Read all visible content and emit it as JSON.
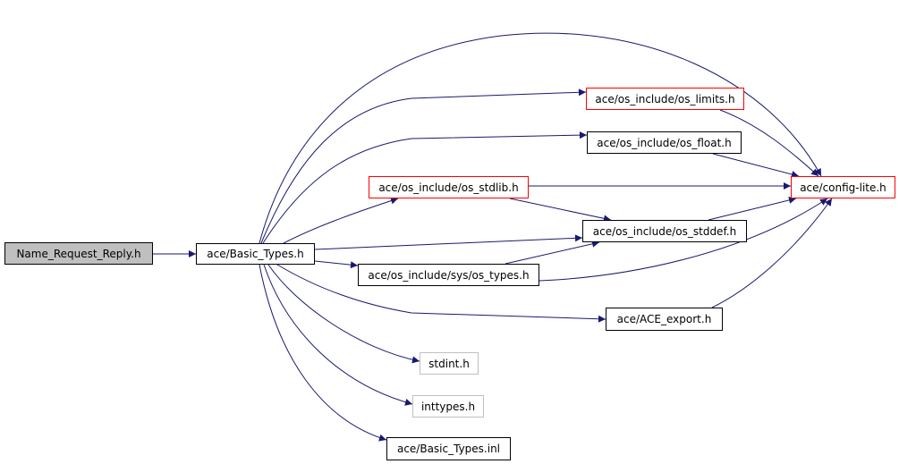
{
  "colors": {
    "edge": "#191970",
    "root_fill": "#bfbfbf",
    "truncated_border": "#ff0000",
    "external_border": "#bfbfbf"
  },
  "nodes": {
    "root": "Name_Request_Reply.h",
    "basic_types": "ace/Basic_Types.h",
    "os_limits": "ace/os_include/os_limits.h",
    "os_float": "ace/os_include/os_float.h",
    "os_stdlib": "ace/os_include/os_stdlib.h",
    "config_lite": "ace/config-lite.h",
    "os_stddef": "ace/os_include/os_stddef.h",
    "os_types": "ace/os_include/sys/os_types.h",
    "ace_export": "ace/ACE_export.h",
    "stdint": "stdint.h",
    "inttypes": "inttypes.h",
    "basic_types_inl": "ace/Basic_Types.inl"
  },
  "edges": [
    [
      "root",
      "basic_types"
    ],
    [
      "basic_types",
      "config_lite"
    ],
    [
      "basic_types",
      "os_limits"
    ],
    [
      "basic_types",
      "os_float"
    ],
    [
      "basic_types",
      "os_stdlib"
    ],
    [
      "basic_types",
      "os_stddef"
    ],
    [
      "basic_types",
      "os_types"
    ],
    [
      "basic_types",
      "ace_export"
    ],
    [
      "basic_types",
      "stdint"
    ],
    [
      "basic_types",
      "inttypes"
    ],
    [
      "basic_types",
      "basic_types_inl"
    ],
    [
      "os_limits",
      "config_lite"
    ],
    [
      "os_float",
      "config_lite"
    ],
    [
      "os_stdlib",
      "config_lite"
    ],
    [
      "os_stdlib",
      "os_stddef"
    ],
    [
      "os_stddef",
      "config_lite"
    ],
    [
      "os_types",
      "os_stddef"
    ],
    [
      "os_types",
      "config_lite"
    ],
    [
      "ace_export",
      "config_lite"
    ]
  ]
}
